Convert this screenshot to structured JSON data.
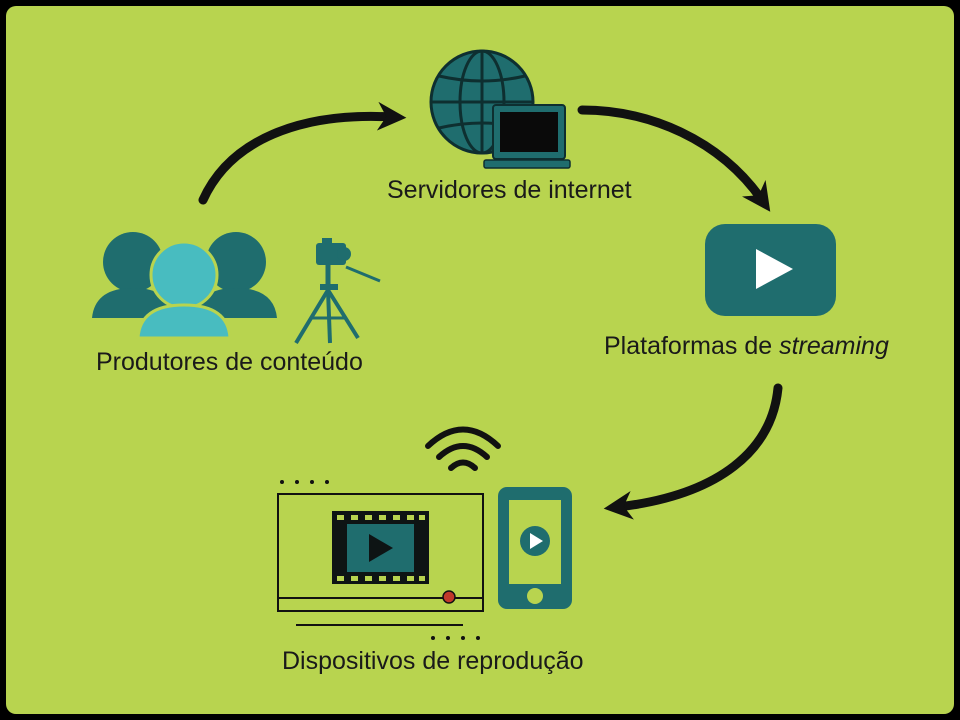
{
  "diagram": {
    "background_color": "#b8d44f",
    "accent_teal": "#1f6d6e",
    "light_teal": "#48bcc0",
    "arrow_color": "#111111",
    "nodes": {
      "servers": {
        "label": "Servidores de internet",
        "icon": "globe-laptop-icon"
      },
      "streaming": {
        "label_prefix": "Plataformas de ",
        "label_emphasis": "streaming",
        "icon": "play-button-icon"
      },
      "producers": {
        "label": "Produtores de conteúdo",
        "icon": "people-camera-icon"
      },
      "devices": {
        "label": "Dispositivos de reprodução",
        "icon": "video-player-phone-icon"
      }
    }
  }
}
